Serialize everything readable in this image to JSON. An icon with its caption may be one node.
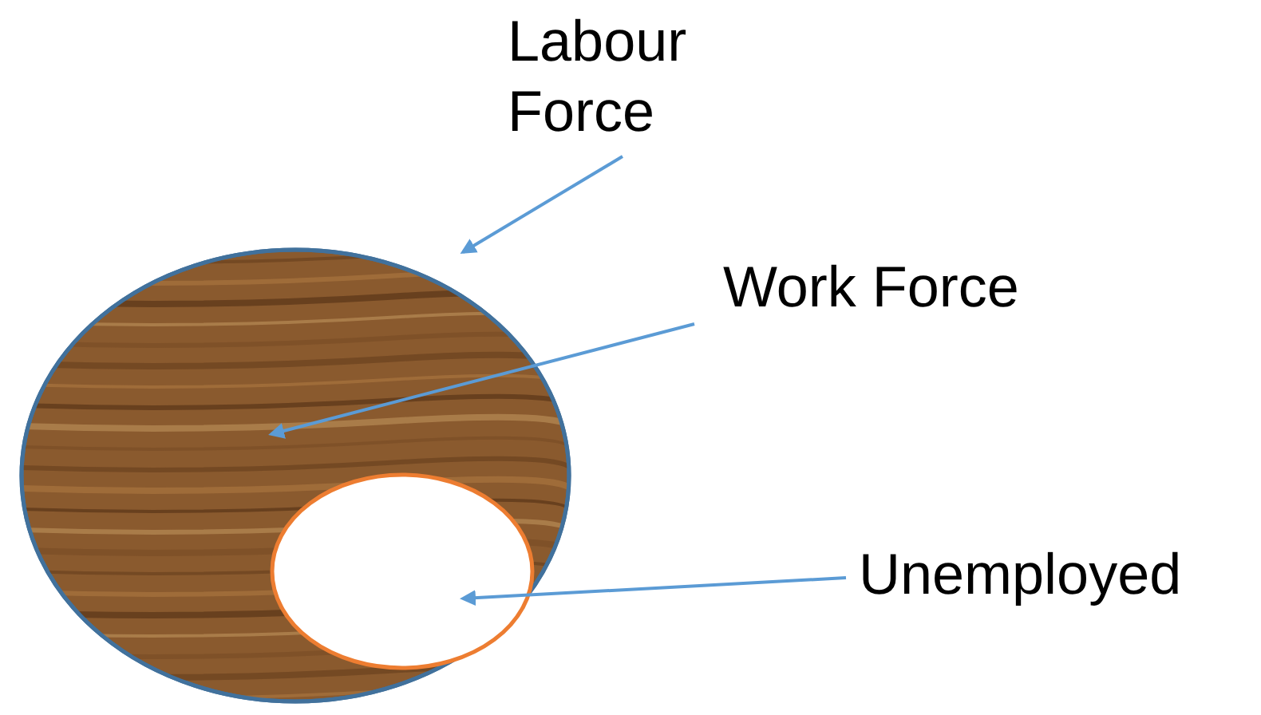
{
  "diagram": {
    "nodes": [
      {
        "text": [
          "Labour Force"
        ]
      },
      {
        "text": [],
        "shape": "ellipse"
      },
      {
        "text": [
          "Work Force"
        ]
      },
      {
        "text": [],
        "shape": "ellipse",
        "in": 1
      },
      {
        "text": [
          "Unemployed"
        ]
      }
    ],
    "edges": [
      {
        "from": 0,
        "to": 1,
        "arrow": "to"
      },
      {
        "from": 2,
        "to": 1,
        "arrow": "to"
      },
      {
        "from": 4,
        "to": 3,
        "arrow": "to"
      }
    ]
  }
}
